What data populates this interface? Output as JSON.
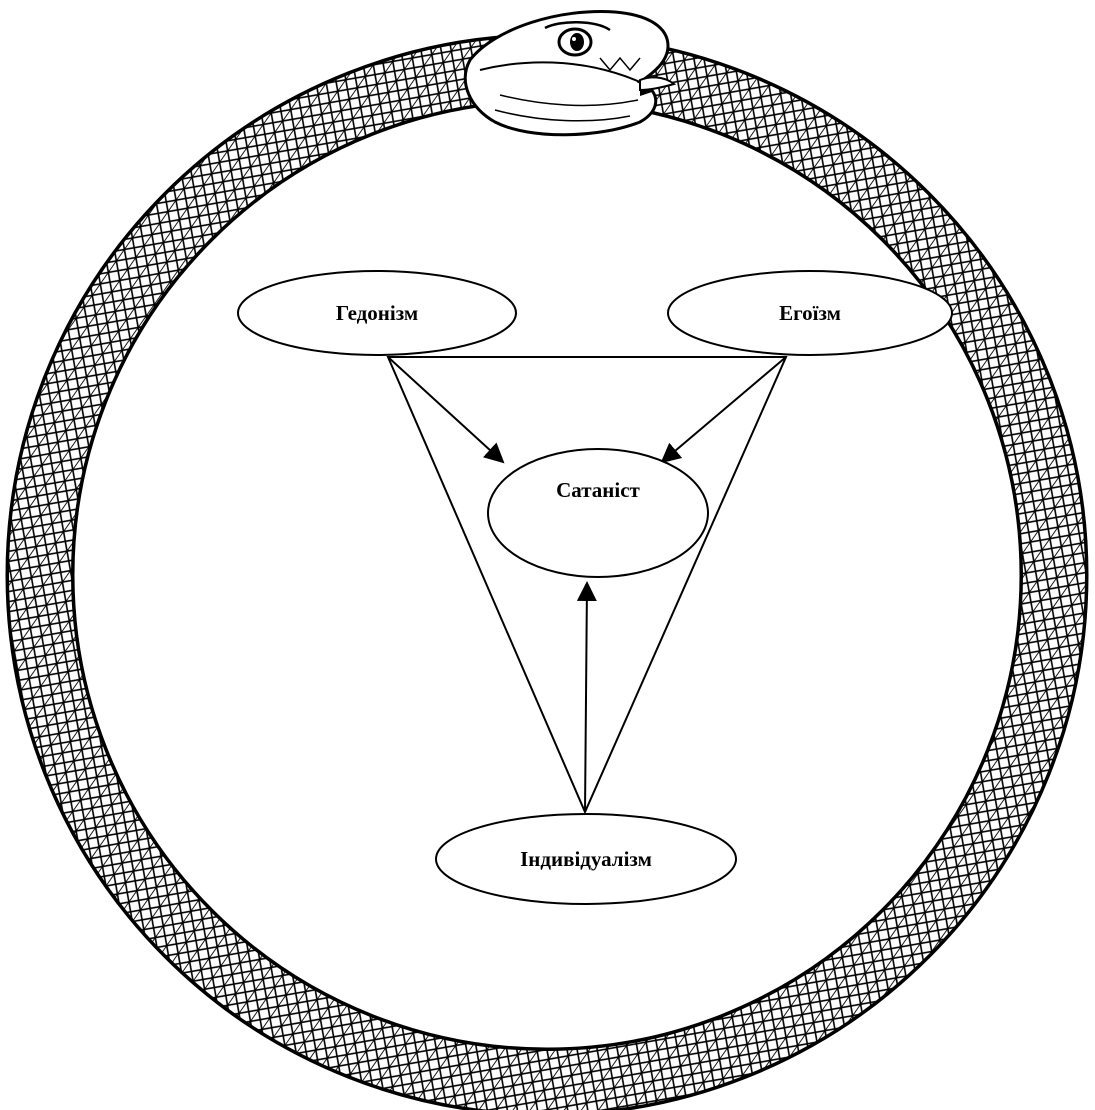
{
  "nodes": {
    "hedonism": {
      "label": "Гедонізм"
    },
    "egoism": {
      "label": "Егоїзм"
    },
    "satanist": {
      "label": "Сатаніст"
    },
    "individualism": {
      "label": "Індивідуалізм"
    }
  },
  "edges": [
    {
      "from": "hedonism",
      "to": "satanist"
    },
    {
      "from": "egoism",
      "to": "satanist"
    },
    {
      "from": "individualism",
      "to": "satanist"
    }
  ],
  "colors": {
    "line": "#000000",
    "background": "#ffffff",
    "snake_fill": "#ffffff"
  },
  "icons": {
    "border": "ouroboros-snake-icon"
  }
}
